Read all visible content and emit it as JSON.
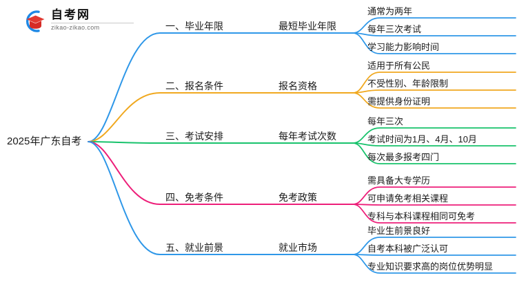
{
  "logo": {
    "title": "自考网",
    "url": "zikao-zikao.com",
    "mark_icon": "graduation-cap-icon",
    "arc_color": "#1E88E5",
    "cap_color": "#E23A32"
  },
  "mindmap": {
    "root": {
      "label": "2025年广东自考"
    },
    "branches": [
      {
        "label": "一、毕业年限",
        "sub_label": "最短毕业年限",
        "color": "#2E97E8",
        "leaves": [
          "通常为两年",
          "每年三次考试",
          "学习能力影响时间"
        ]
      },
      {
        "label": "二、报名条件",
        "sub_label": "报名资格",
        "color": "#F0A81E",
        "leaves": [
          "适用于所有公民",
          "不受性别、年龄限制",
          "需提供身份证明"
        ]
      },
      {
        "label": "三、考试安排",
        "sub_label": "每年考试次数",
        "color": "#17C26B",
        "leaves": [
          "每年三次",
          "考试时间为1月、4月、10月",
          "每次最多报考四门"
        ]
      },
      {
        "label": "四、免考条件",
        "sub_label": "免考政策",
        "color": "#ED1E79",
        "leaves": [
          "需具备大专学历",
          "可申请免考相关课程",
          "专科与本科课程相同可免考"
        ]
      },
      {
        "label": "五、就业前景",
        "sub_label": "就业市场",
        "color": "#2E97E8",
        "leaves": [
          "毕业生前景良好",
          "自考本科被广泛认可",
          "专业知识要求高的岗位优势明显"
        ]
      }
    ]
  }
}
